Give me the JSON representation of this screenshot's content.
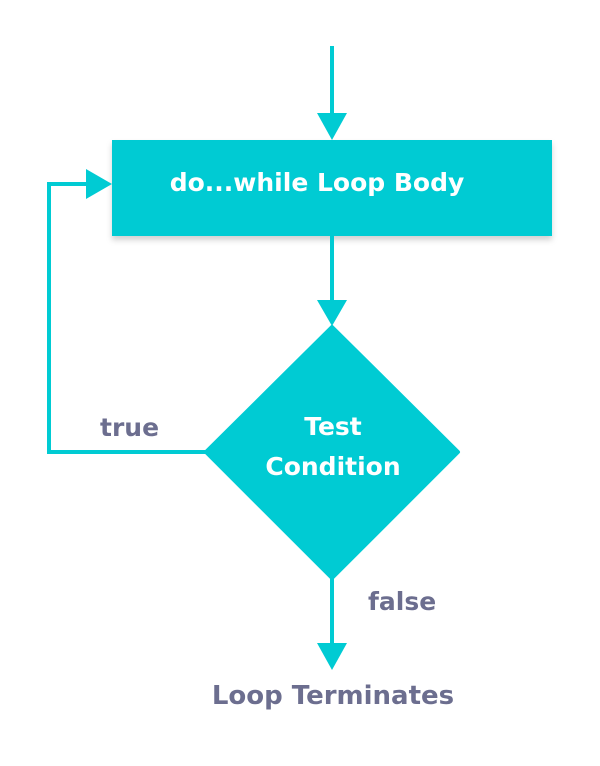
{
  "colors": {
    "primary": "#00CBD3",
    "text_muted": "#6C6E8F",
    "label_on_primary": "#FFFFFF"
  },
  "nodes": {
    "loop_body": "do...while Loop Body",
    "condition_line1": "Test",
    "condition_line2": "Condition",
    "end": "Loop Terminates"
  },
  "edges": {
    "true_label": "true",
    "false_label": "false"
  }
}
